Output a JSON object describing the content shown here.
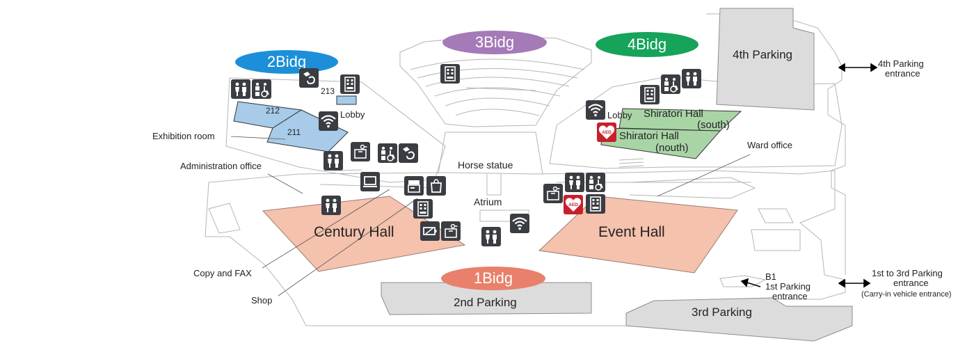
{
  "buildings": {
    "b1": {
      "label": "1Bidg",
      "color": "#e8806b"
    },
    "b2": {
      "label": "2Bidg",
      "color": "#1c8fd8"
    },
    "b3": {
      "label": "3Bidg",
      "color": "#a57ab8"
    },
    "b4": {
      "label": "4Bidg",
      "color": "#16a35a"
    }
  },
  "halls": {
    "century": "Century Hall",
    "event": "Event Hall",
    "shiratori_south_1": "Shiratori Hall",
    "shiratori_south_2": "(south)",
    "shiratori_north_1": "Shiratori Hall",
    "shiratori_north_2": "(nouth)"
  },
  "rooms": {
    "r211": "211",
    "r212": "212",
    "r213": "213"
  },
  "places": {
    "lobby_2": "Lobby",
    "lobby_4": "Lobby",
    "horse_statue": "Horse statue",
    "atrium": "Atrium",
    "ward_office": "Ward office"
  },
  "callouts": {
    "exhibition_room": "Exhibition room",
    "administration_office": "Administration office",
    "copy_fax": "Copy and FAX",
    "shop": "Shop"
  },
  "parking": {
    "p2": "2nd Parking",
    "p3": "3rd Parking",
    "p4": "4th Parking",
    "p4_entrance_1": "4th Parking",
    "p4_entrance_2": "entrance",
    "b1_label": "B1",
    "b1_entrance_1": "1st Parking",
    "b1_entrance_2": "entrance",
    "p13_entrance_1": "1st to 3rd Parking",
    "p13_entrance_2": "entrance",
    "p13_entrance_3": "(Carry-in vehicle entrance)"
  },
  "colors": {
    "salmon_hall": "#f5c2ae",
    "blue_room": "#a7cbe9",
    "green_hall": "#a9d5a6",
    "parking_gray": "#dcdcdc",
    "icon_dark": "#3a3d42",
    "aed_red": "#c8202b"
  },
  "icons": {
    "aed_text": "AED",
    "list": [
      "restroom-icon",
      "accessible-restroom-icon",
      "vending-machine-icon",
      "wifi-icon",
      "water-fountain-icon",
      "coin-locker-icon",
      "computer-icon",
      "copy-machine-icon",
      "shop-icon",
      "aed-icon",
      "charging-icon"
    ]
  }
}
